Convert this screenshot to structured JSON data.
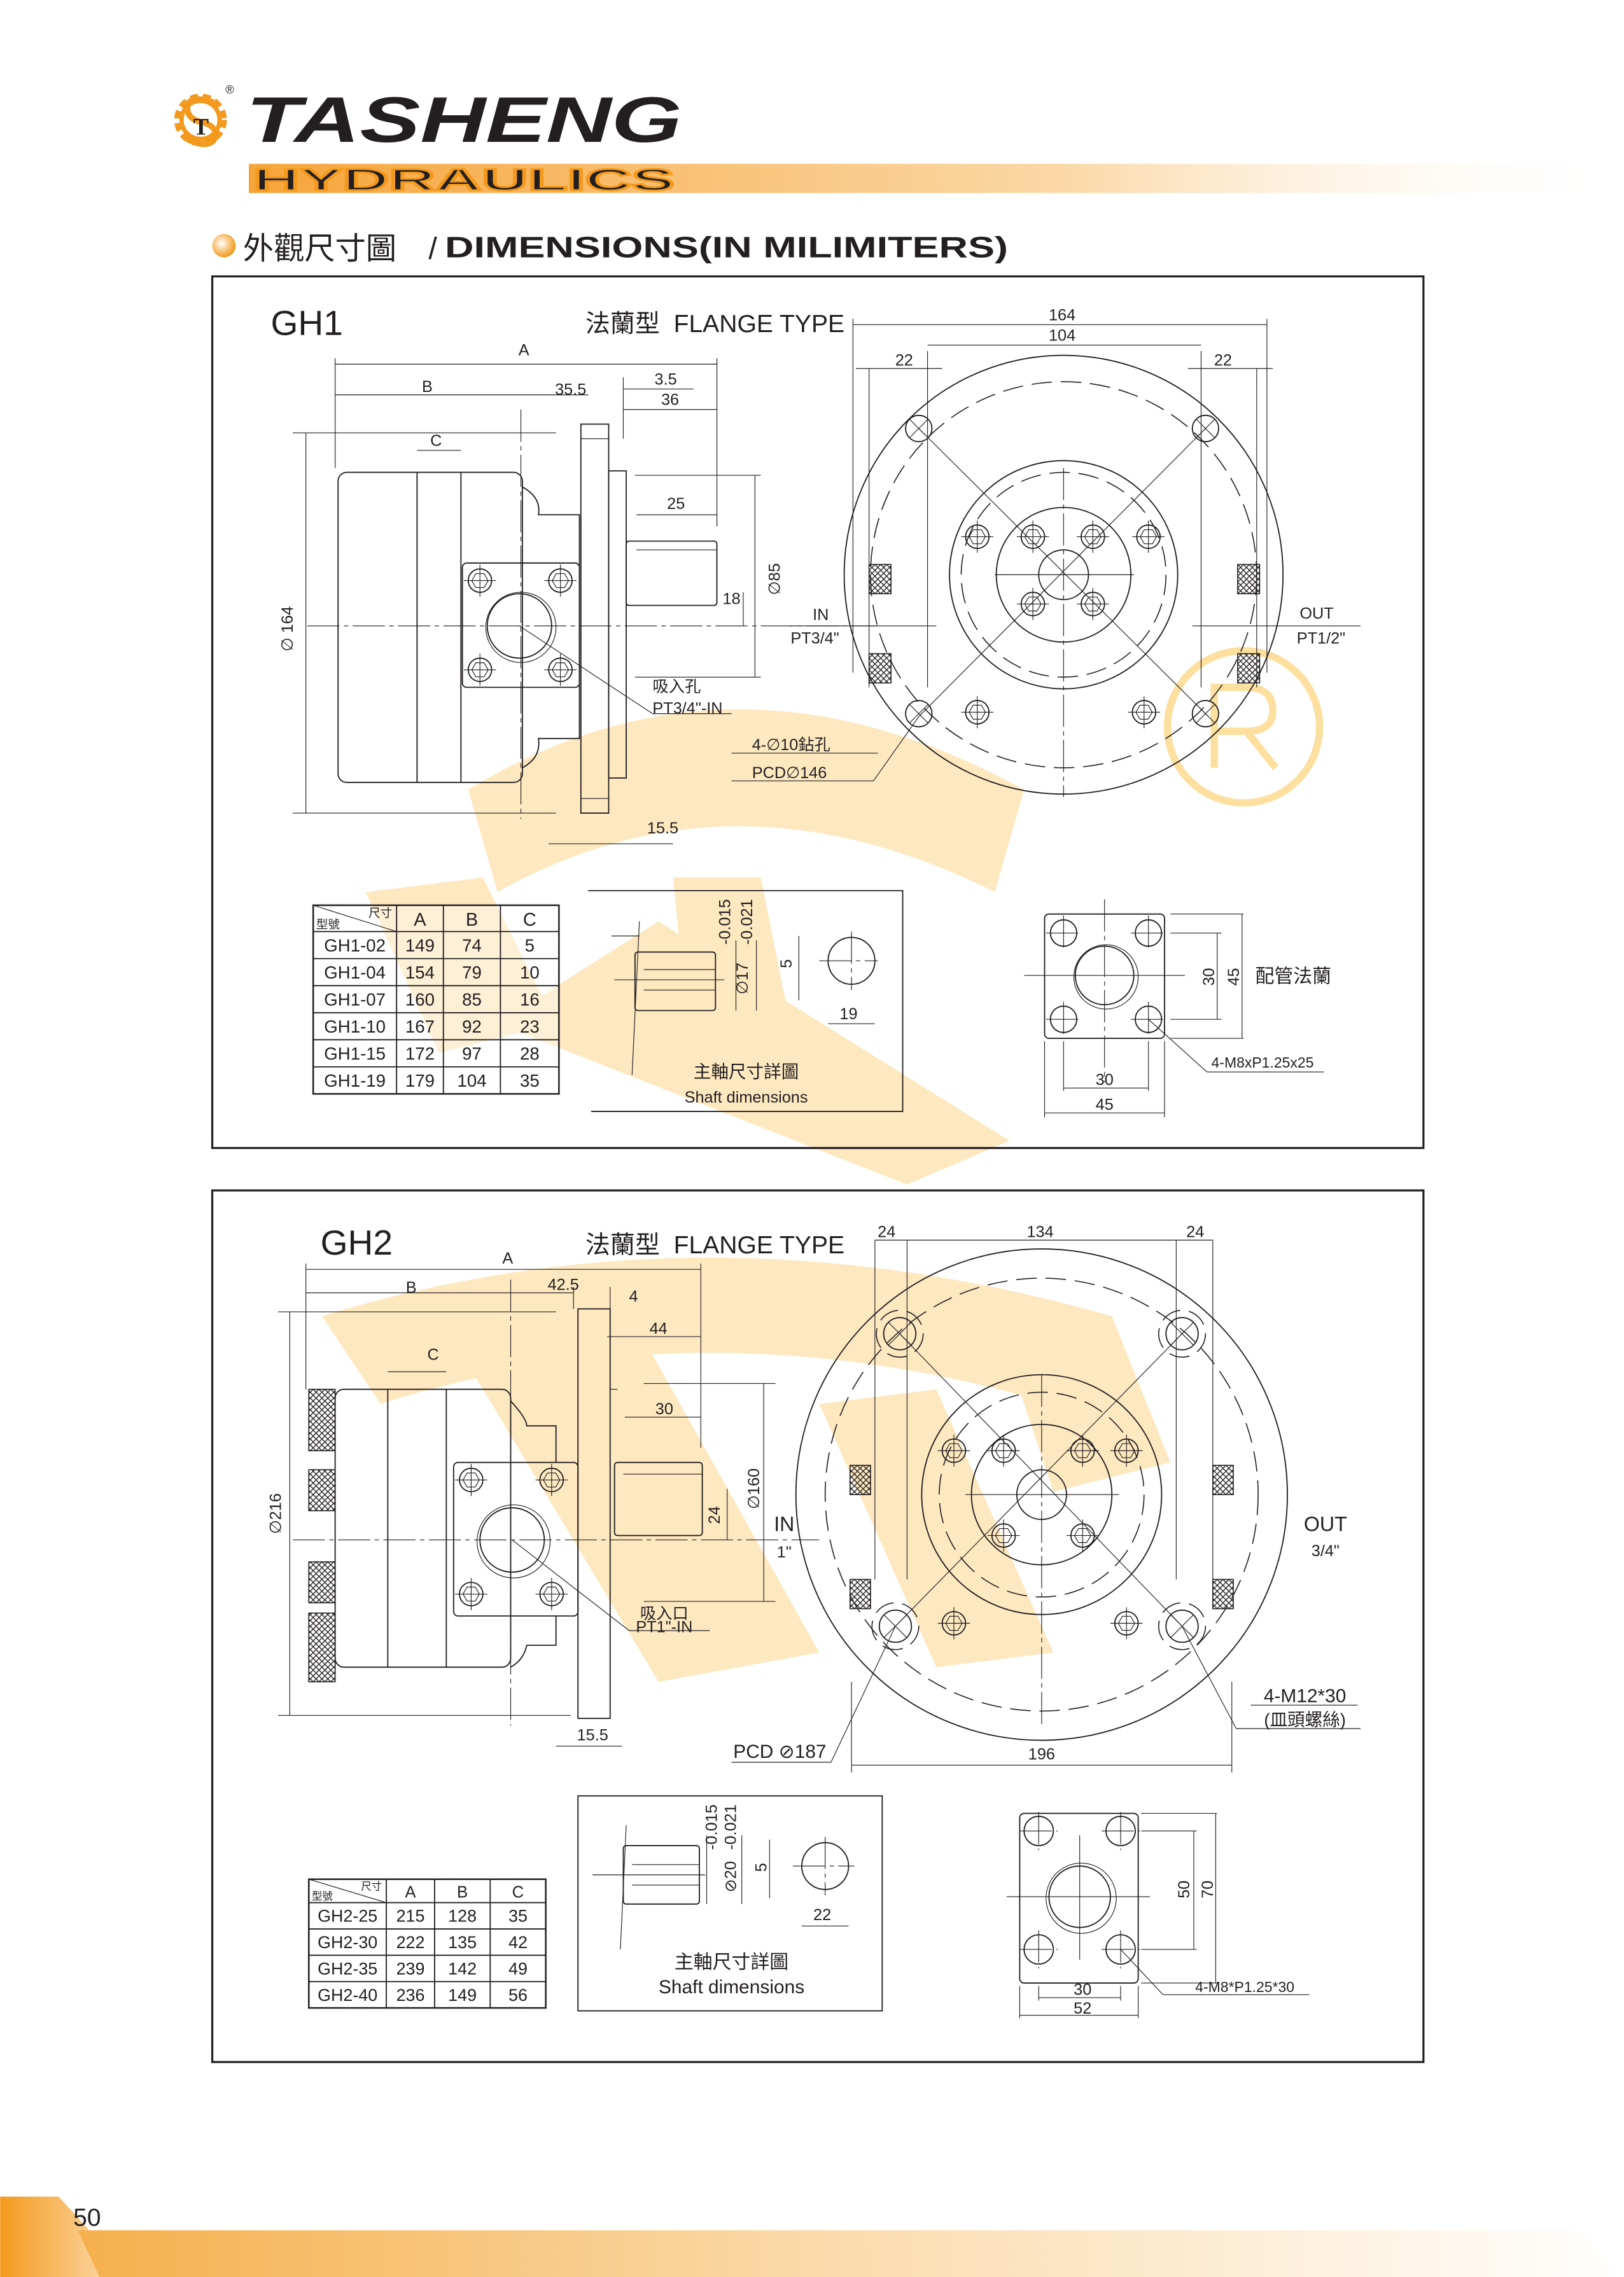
{
  "brand": {
    "name": "TASHENG",
    "sub": "HYDRAULICS",
    "logo_letters": "ST",
    "registered": "®"
  },
  "section_title": {
    "zh": "外觀尺寸圖",
    "sep": " / ",
    "en": "DIMENSIONS(IN MILIMITERS)"
  },
  "colors": {
    "accent": "#f39a1e",
    "watermark": "#fde7bd",
    "text": "#231f20"
  },
  "gh1": {
    "model": "GH1",
    "type_label": "法蘭型  FLANGE TYPE",
    "side": {
      "A": "A",
      "B": "B",
      "C": "C",
      "d35_5": "35.5",
      "d3_5": "3.5",
      "d36": "36",
      "d25": "25",
      "d18": "18",
      "d85": "∅85",
      "d164": "∅ 164",
      "d15_5": "15.5",
      "inlet_zh": "吸入孔",
      "inlet": "PT3/4\"-IN"
    },
    "front": {
      "d164": "164",
      "d104": "104",
      "d22l": "22",
      "d22r": "22",
      "in": "IN",
      "in_size": "PT3/4\"",
      "out": "OUT",
      "out_size": "PT1/2\"",
      "holes": "4-∅10鉆孔",
      "pcd": "PCD∅146"
    },
    "table": {
      "corner_top": "尺寸",
      "corner_bottom": "型號",
      "headers": [
        "A",
        "B",
        "C"
      ],
      "rows": [
        [
          "GH1-02",
          "149",
          "74",
          "5"
        ],
        [
          "GH1-04",
          "154",
          "79",
          "10"
        ],
        [
          "GH1-07",
          "160",
          "85",
          "16"
        ],
        [
          "GH1-10",
          "167",
          "92",
          "23"
        ],
        [
          "GH1-15",
          "172",
          "97",
          "28"
        ],
        [
          "GH1-19",
          "179",
          "104",
          "35"
        ]
      ]
    },
    "shaft": {
      "tol_upper": "-0.015",
      "tol_lower": "-0.021",
      "dia": "∅17",
      "key": "5",
      "len": "19",
      "title_zh": "主軸尺寸詳圖",
      "title_en": "Shaft dimensions"
    },
    "pipe_flange": {
      "v30": "30",
      "v45": "45",
      "h30": "30",
      "h45": "45",
      "label": "配管法蘭",
      "bolts": "4-M8xP1.25x25"
    }
  },
  "gh2": {
    "model": "GH2",
    "type_label": "法蘭型  FLANGE TYPE",
    "side": {
      "A": "A",
      "B": "B",
      "C": "C",
      "d42_5": "42.5",
      "d4": "4",
      "d44": "44",
      "d30": "30",
      "d24": "24",
      "d160": "∅160",
      "d216": "∅216",
      "d15_5": "15.5",
      "in": "IN",
      "in_size": "1\"",
      "inlet_zh": "吸入口",
      "inlet": "PT1\"-IN"
    },
    "front": {
      "d24l": "24",
      "d134": "134",
      "d24r": "24",
      "d196": "196",
      "out": "OUT",
      "out_size": "3/4\"",
      "screws": "4-M12*30",
      "screws_note": "(皿頭螺絲)",
      "pcd": "PCD ⊘187"
    },
    "table": {
      "corner_top": "尺寸",
      "corner_bottom": "型號",
      "headers": [
        "A",
        "B",
        "C"
      ],
      "rows": [
        [
          "GH2-25",
          "215",
          "128",
          "35"
        ],
        [
          "GH2-30",
          "222",
          "135",
          "42"
        ],
        [
          "GH2-35",
          "239",
          "142",
          "49"
        ],
        [
          "GH2-40",
          "236",
          "149",
          "56"
        ]
      ]
    },
    "shaft": {
      "tol_upper": "-0.015",
      "tol_lower": "-0.021",
      "dia": "⊘20",
      "key": "5",
      "len": "22",
      "title_zh": "主軸尺寸詳圖",
      "title_en": "Shaft dimensions"
    },
    "pipe_flange": {
      "v50": "50",
      "v70": "70",
      "h30": "30",
      "h52": "52",
      "bolts": "4-M8*P1.25*30"
    }
  },
  "footer": {
    "page_number": "50"
  }
}
